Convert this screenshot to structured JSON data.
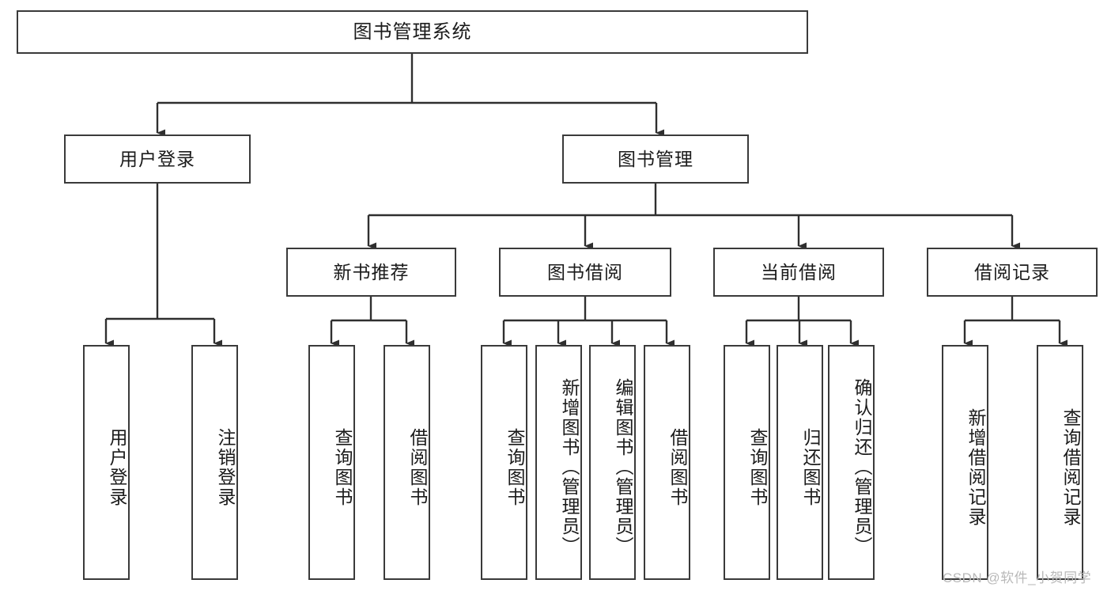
{
  "diagram": {
    "title": "图书管理系统",
    "type": "tree-hierarchy",
    "watermark": "CSDN @软件_小贺同学",
    "colors": {
      "box_border": "#3a3a3a",
      "box_fill": "#ffffff",
      "edge": "#2f2f2f",
      "text": "#1b1b1b",
      "watermark": "#b9b9b9"
    },
    "root": {
      "label": "图书管理系统"
    },
    "level2": [
      {
        "label": "用户登录"
      },
      {
        "label": "图书管理"
      }
    ],
    "level3": [
      {
        "label": "新书推荐"
      },
      {
        "label": "图书借阅"
      },
      {
        "label": "当前借阅"
      },
      {
        "label": "借阅记录"
      }
    ],
    "leaves": {
      "user_login": [
        {
          "label": "用户登录"
        },
        {
          "label": "注销登录"
        }
      ],
      "new_book_recommend": [
        {
          "label": "查询图书"
        },
        {
          "label": "借阅图书"
        }
      ],
      "book_borrow": [
        {
          "label": "查询图书"
        },
        {
          "label": "新增图书（管理员）"
        },
        {
          "label": "编辑图书（管理员）"
        },
        {
          "label": "借阅图书"
        }
      ],
      "current_borrow": [
        {
          "label": "查询图书"
        },
        {
          "label": "归还图书"
        },
        {
          "label": "确认归还（管理员）"
        }
      ],
      "borrow_record": [
        {
          "label": "新增借阅记录"
        },
        {
          "label": "查询借阅记录"
        }
      ]
    }
  }
}
